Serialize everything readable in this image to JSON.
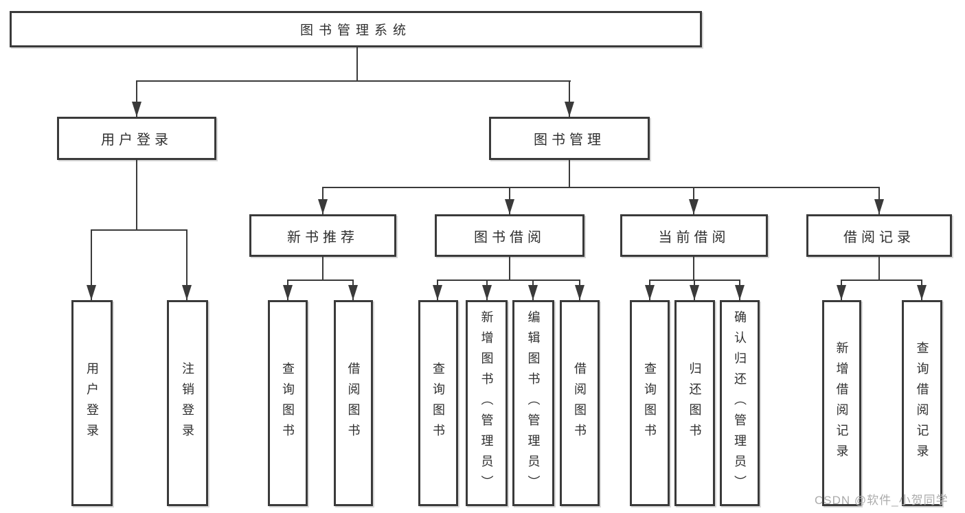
{
  "tree": {
    "label": "图书管理系统",
    "children": [
      {
        "label": "用户登录",
        "children": [
          {
            "label": "用户登录"
          },
          {
            "label": "注销登录"
          }
        ]
      },
      {
        "label": "图书管理",
        "children": [
          {
            "label": "新书推荐",
            "children": [
              {
                "label": "查询图书"
              },
              {
                "label": "借阅图书"
              }
            ]
          },
          {
            "label": "图书借阅",
            "children": [
              {
                "label": "查询图书"
              },
              {
                "label": "新增图书（管理员）"
              },
              {
                "label": "编辑图书（管理员）"
              },
              {
                "label": "借阅图书"
              }
            ]
          },
          {
            "label": "当前借阅",
            "children": [
              {
                "label": "查询图书"
              },
              {
                "label": "归还图书"
              },
              {
                "label": "确认归还（管理员）"
              }
            ]
          },
          {
            "label": "借阅记录",
            "children": [
              {
                "label": "新增借阅记录"
              },
              {
                "label": "查询借阅记录"
              }
            ]
          }
        ]
      }
    ]
  },
  "watermark": {
    "text": "CSDN @软件_小贺同学"
  },
  "colors": {
    "line": "#3a3a3a",
    "text": "#2f2f2f",
    "watermark": "#ababab"
  }
}
